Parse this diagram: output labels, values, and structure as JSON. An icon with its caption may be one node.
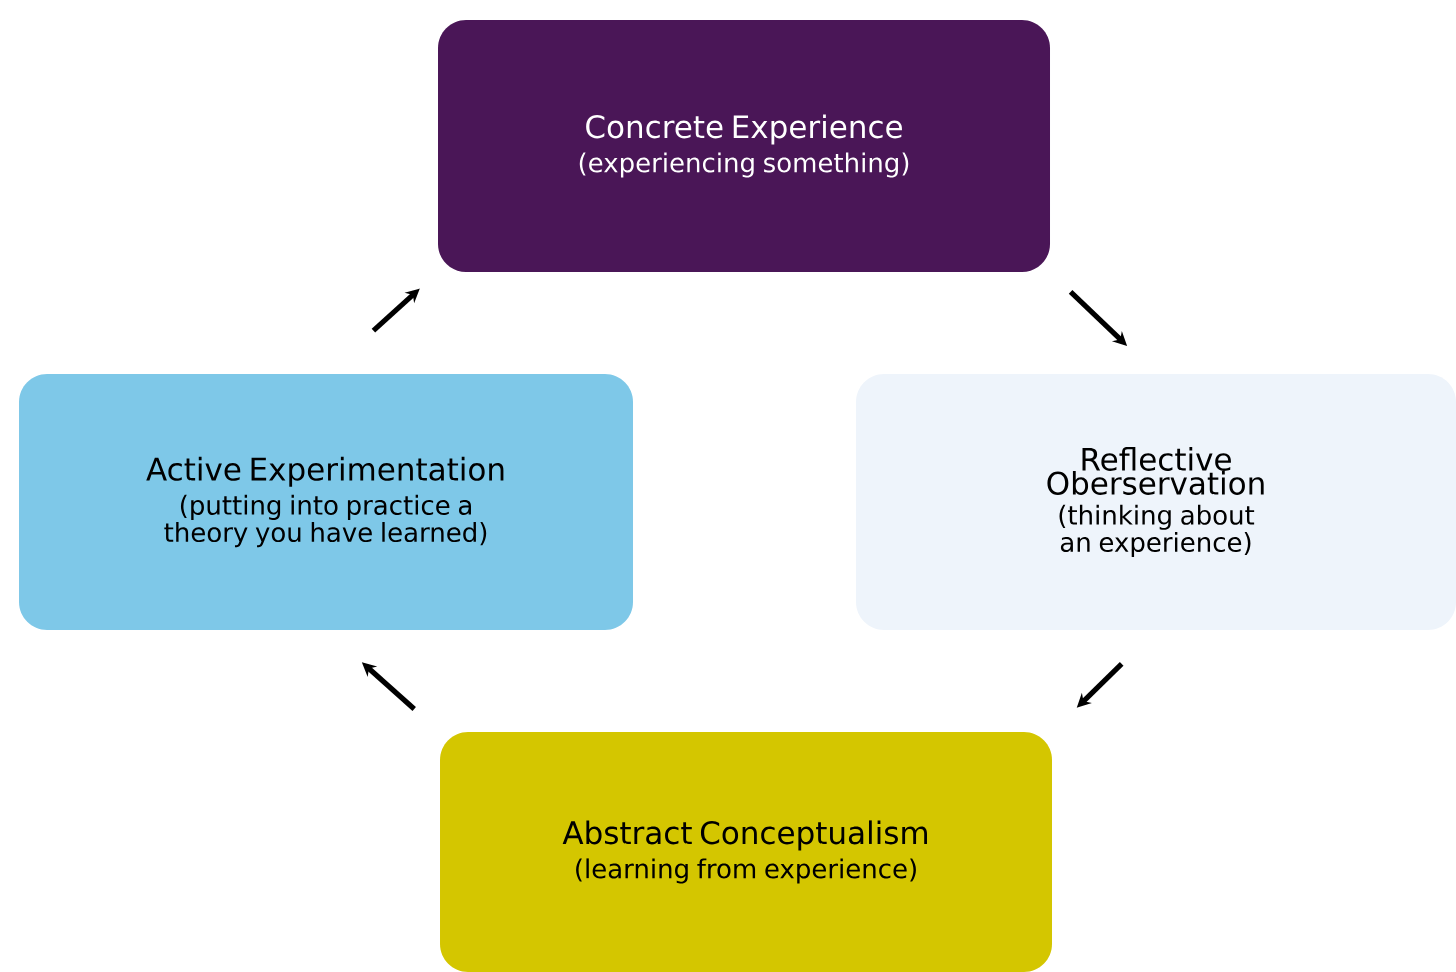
{
  "diagram": {
    "nodes": [
      {
        "text": [
          "Concrete Experience",
          "(experiencing something)"
        ]
      },
      {
        "text": [
          "Reflective Oberservation",
          "(thinking about an experience)"
        ]
      },
      {
        "text": [
          "Abstract Conceptualism",
          "(learning from experience)"
        ]
      },
      {
        "text": [
          "Active Experimentation",
          "(putting into practice a theory you have learned)"
        ]
      }
    ],
    "edges": [
      {
        "from": 0,
        "to": 1,
        "arrow": "to"
      },
      {
        "from": 1,
        "to": 2,
        "arrow": "to"
      },
      {
        "from": 2,
        "to": 3,
        "arrow": "to"
      },
      {
        "from": 3,
        "to": 0,
        "arrow": "to"
      }
    ]
  }
}
